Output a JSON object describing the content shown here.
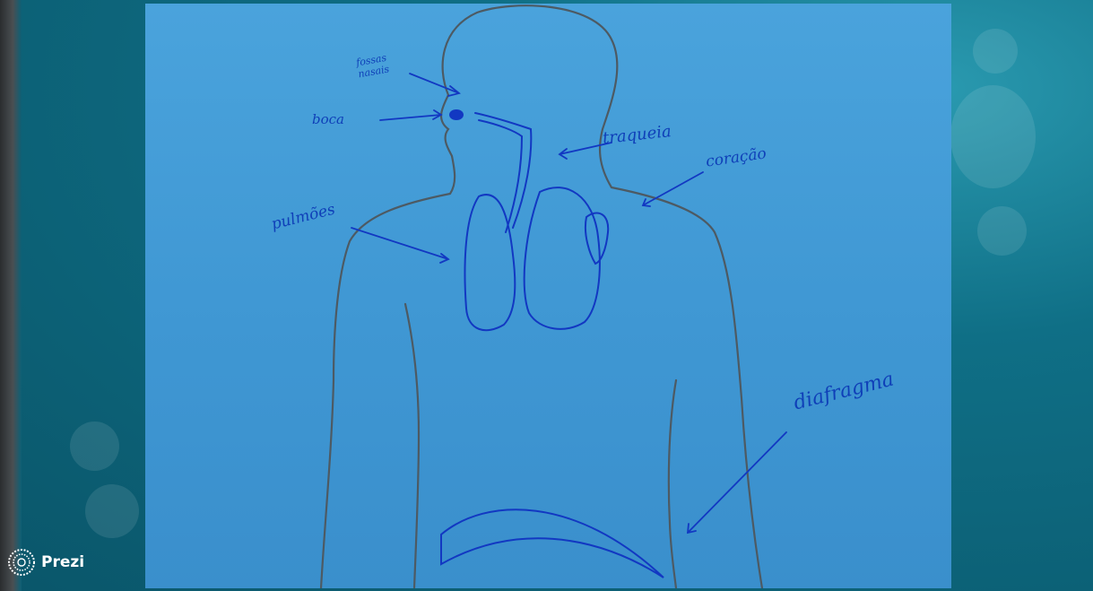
{
  "viewer": {
    "brand": "Prezi",
    "logo_icon": "prezi-logo-icon"
  },
  "drawing": {
    "labels": {
      "fossas_nasais": "fossas nasais",
      "boca": "boca",
      "traqueia": "traqueia",
      "coracao": "coração",
      "pulmoes": "pulmões",
      "diafragma": "diafragma"
    },
    "ink_color": "#1238c2",
    "pencil_color": "#4d5a63"
  }
}
